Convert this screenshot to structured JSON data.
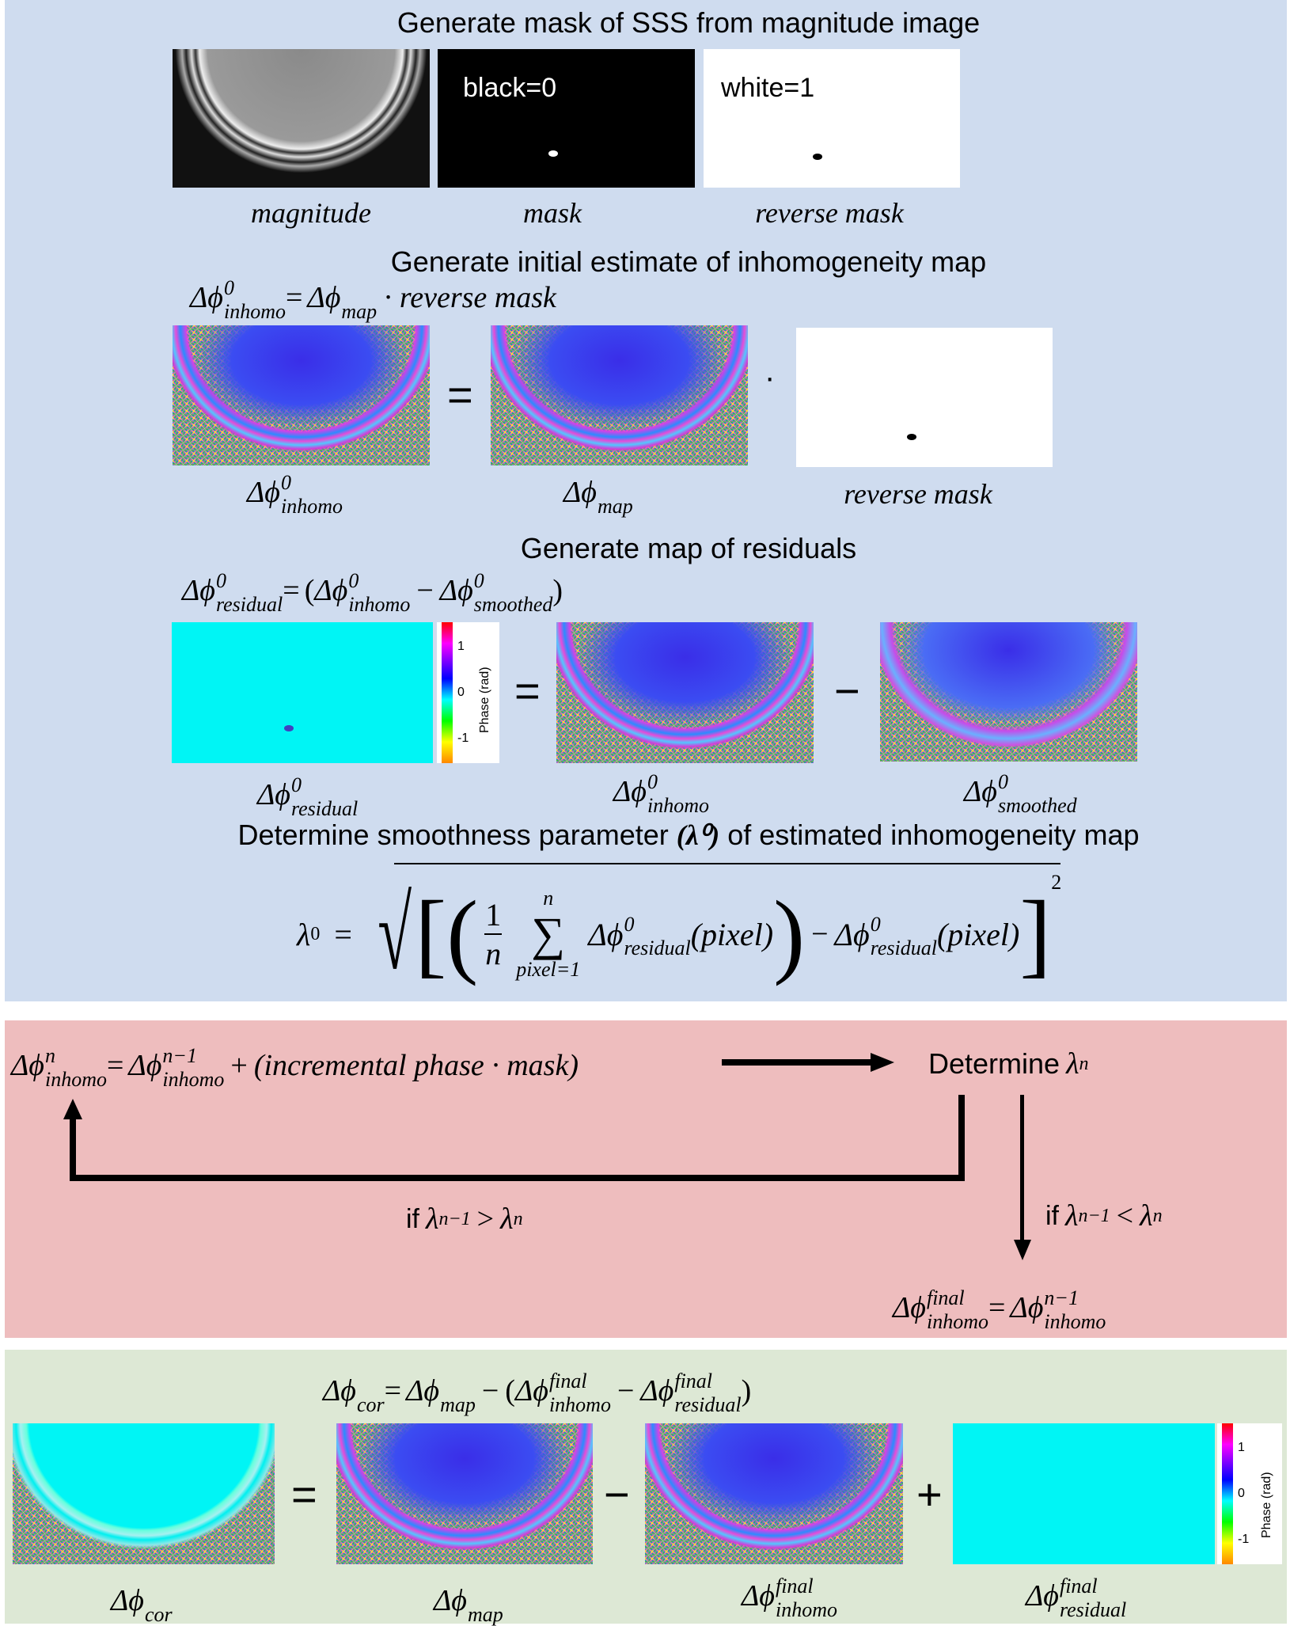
{
  "sym": {
    "dphi": "Δϕ",
    "lambda": "λ",
    "eq": "=",
    "minus": "−",
    "plus": "+",
    "dot": "·",
    "lp": "(",
    "rp": ")"
  },
  "s1": {
    "title": "Generate mask of SSS from magnitude image",
    "labels": [
      "magnitude",
      "mask",
      "reverse mask"
    ],
    "mask_text": "black=0",
    "reverse_text": "white=1"
  },
  "s2": {
    "title": "Generate initial estimate of inhomogeneity map",
    "eq_rhs": "reverse mask",
    "labels": {
      "inhomo_sub": "inhomo",
      "zero": "0",
      "map_sub": "map",
      "reverse": "reverse mask"
    }
  },
  "s3": {
    "title": "Generate map of residuals",
    "residual_sub": "residual",
    "inhomo_sub": "inhomo",
    "smoothed_sub": "smoothed",
    "zero": "0",
    "colorbar": {
      "ticks": [
        "1",
        "0",
        "-1"
      ],
      "label": "Phase (rad)"
    }
  },
  "s4": {
    "title_pre": "Determine smoothness parameter",
    "title_sym": "λ⁰",
    "title_post": "of estimated inhomogeneity map",
    "formula": {
      "lhs": "λ",
      "lhs_sup": "0",
      "one": "1",
      "n": "n",
      "sum": "∑",
      "sum_top": "n",
      "sum_bottom": "pixel=1",
      "sub": "residual",
      "sup": "0",
      "arg": "(pixel)",
      "power": "2"
    }
  },
  "loop": {
    "n": "n",
    "nm1": "n−1",
    "inhomo": "inhomo",
    "inc": "(incremental phase · mask)",
    "determine": "Determine",
    "if": "if",
    "gt": ">",
    "lt": "<",
    "final": "final"
  },
  "final": {
    "cor": "cor",
    "map": "map",
    "final": "final",
    "inhomo": "inhomo",
    "residual": "residual",
    "colorbar": {
      "ticks": [
        "1",
        "0",
        "-1"
      ],
      "label": "Phase (rad)"
    }
  }
}
